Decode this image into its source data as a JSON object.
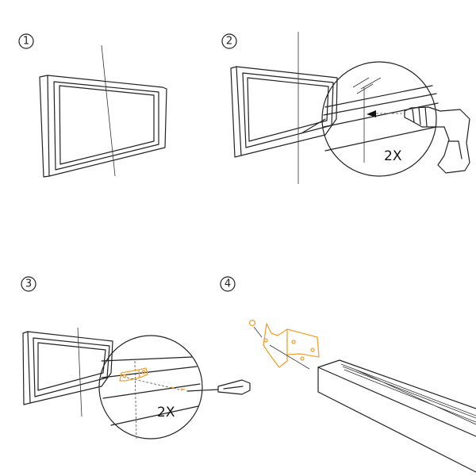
{
  "steps": [
    {
      "number": "1"
    },
    {
      "number": "2",
      "multiplier": "2X"
    },
    {
      "number": "3",
      "multiplier": "2X"
    },
    {
      "number": "4"
    }
  ],
  "colors": {
    "line": "#222222",
    "highlight": "#f0a030",
    "background": "#ffffff"
  }
}
